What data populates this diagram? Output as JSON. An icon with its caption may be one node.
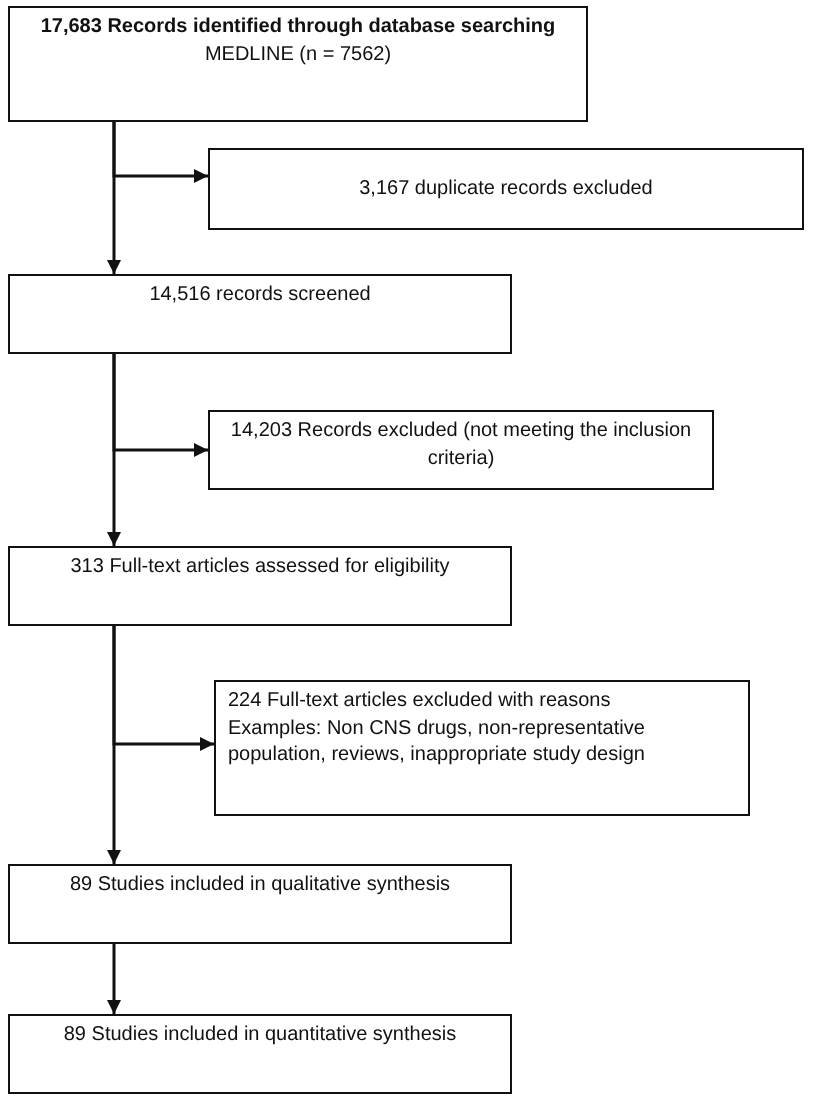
{
  "diagram": {
    "nodes": [
      {
        "text": [
          "17,683 Records identified through database searching",
          "MEDLINE (n = 7562)"
        ]
      },
      {
        "text": [
          "3,167 duplicate records excluded"
        ]
      },
      {
        "text": [
          "14,516 records screened"
        ]
      },
      {
        "text": [
          "14,203 Records excluded (not meeting the inclusion criteria)"
        ]
      },
      {
        "text": [
          "313 Full-text articles assessed for eligibility"
        ]
      },
      {
        "text": [
          "224 Full-text articles excluded with reasons",
          "Examples: Non CNS drugs, non-representative population, reviews, inappropriate study design"
        ]
      },
      {
        "text": [
          "89 Studies included in qualitative synthesis"
        ]
      },
      {
        "text": [
          "89 Studies included in quantitative synthesis"
        ]
      }
    ],
    "edges": [
      {
        "from": 0,
        "to": 1,
        "arrow": "to"
      },
      {
        "from": 0,
        "to": 2,
        "arrow": "to"
      },
      {
        "from": 2,
        "to": 3,
        "arrow": "to"
      },
      {
        "from": 2,
        "to": 4,
        "arrow": "to"
      },
      {
        "from": 4,
        "to": 5,
        "arrow": "to"
      },
      {
        "from": 4,
        "to": 6,
        "arrow": "to"
      },
      {
        "from": 6,
        "to": 7,
        "arrow": "to"
      }
    ]
  }
}
